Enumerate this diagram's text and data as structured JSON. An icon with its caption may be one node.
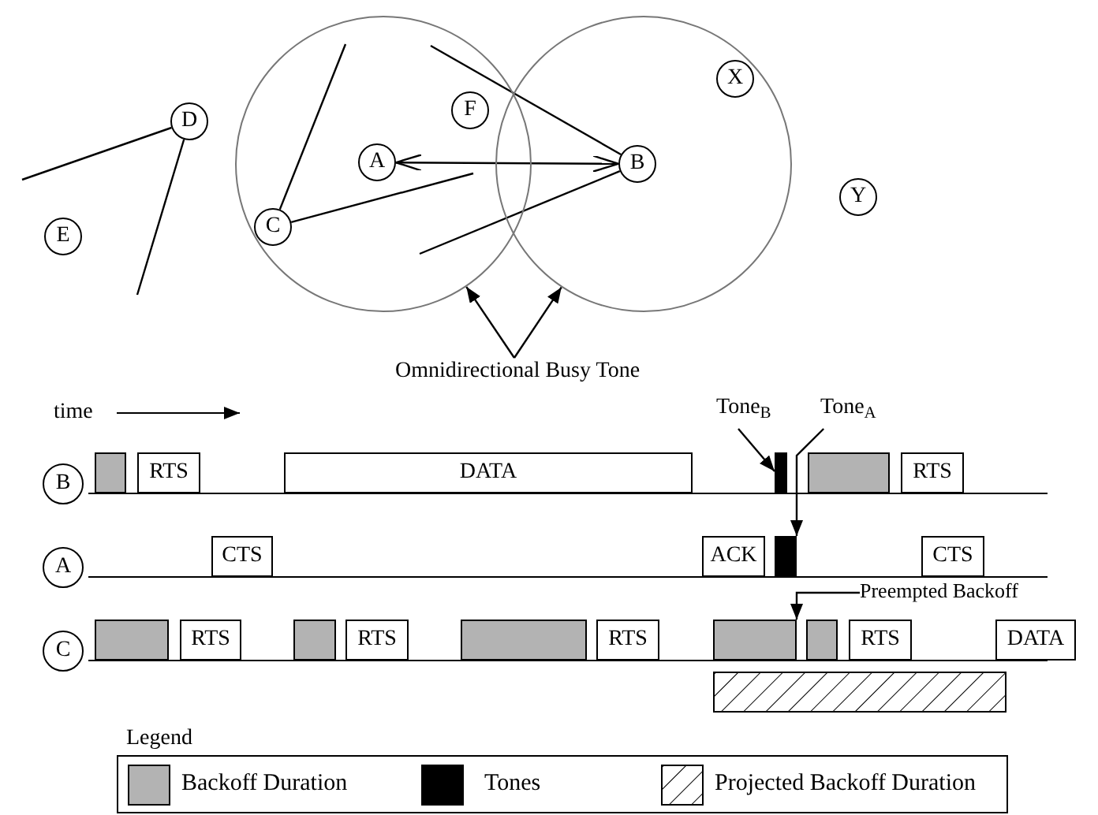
{
  "diagram": {
    "nodes": [
      {
        "text": [],
        "shape": "circle"
      },
      {
        "text": [],
        "shape": "circle"
      },
      {
        "text": [
          "D"
        ]
      },
      {
        "text": [
          "F"
        ],
        "in": 0
      },
      {
        "text": [
          "X"
        ],
        "in": 1
      },
      {
        "text": [
          "A"
        ],
        "in": 0
      },
      {
        "text": [
          "B"
        ],
        "in": 1
      },
      {
        "text": [
          "Y"
        ]
      },
      {
        "text": [
          "C"
        ],
        "in": 0
      },
      {
        "text": [
          "E"
        ]
      },
      {
        "text": [
          "Omnidirectional Busy Tone"
        ]
      },
      {
        "text": [
          "Tone$_{B}$"
        ]
      },
      {
        "text": [
          "Tone$_{A}$"
        ]
      },
      {
        "text": [
          "B"
        ]
      },
      {
        "text": [],
        "shape": "box"
      },
      {
        "text": [
          "RTS"
        ]
      },
      {
        "text": [
          "DATA"
        ]
      },
      {
        "text": [],
        "shape": "bar"
      },
      {
        "text": [],
        "shape": "box"
      },
      {
        "text": [
          "RTS"
        ]
      },
      {
        "text": [
          "A"
        ]
      },
      {
        "text": [
          "CTS"
        ]
      },
      {
        "text": [
          "ACK"
        ]
      },
      {
        "text": [],
        "shape": "bar"
      },
      {
        "text": [
          "CTS"
        ]
      },
      {
        "text": [
          "Preempted Backoff"
        ]
      },
      {
        "text": [
          "C"
        ]
      },
      {
        "text": [],
        "shape": "box"
      },
      {
        "text": [
          "RTS"
        ]
      },
      {
        "text": [],
        "shape": "box"
      },
      {
        "text": [
          "RTS"
        ]
      },
      {
        "text": [],
        "shape": "box"
      },
      {
        "text": [
          "RTS"
        ]
      },
      {
        "text": [],
        "shape": "box"
      },
      {
        "text": [],
        "shape": "box"
      },
      {
        "text": [
          "RTS"
        ]
      },
      {
        "text": [
          "DATA"
        ]
      },
      {
        "text": [],
        "shape": "box"
      }
    ],
    "edges": [
      {
        "from": 2,
        "to": null,
        "arrow": "none"
      },
      {
        "from": 2,
        "to": null,
        "arrow": "none"
      },
      {
        "from": 8,
        "to": null,
        "arrow": "none"
      },
      {
        "from": 8,
        "to": null,
        "arrow": "none"
      },
      {
        "from": 5,
        "to": 6,
        "arrow": "both"
      },
      {
        "from": 6,
        "to": null,
        "arrow": "none"
      },
      {
        "from": 6,
        "to": null,
        "arrow": "none"
      },
      {
        "from": 10,
        "to": 0,
        "arrow": "to"
      },
      {
        "from": 10,
        "to": 1,
        "arrow": "to"
      },
      {
        "from": 11,
        "to": 17,
        "arrow": "to"
      },
      {
        "from": 12,
        "to": 23,
        "arrow": "to"
      },
      {
        "from": 25,
        "to": 33,
        "arrow": "to"
      }
    ],
    "labels": [
      "time",
      "Legend"
    ],
    "legend": [
      {
        "text": "Backoff Duration",
        "color": "#b3b3b3"
      },
      {
        "text": "Tones",
        "color": "#000000"
      },
      {
        "text": "Projected Backoff Duration"
      }
    ]
  }
}
